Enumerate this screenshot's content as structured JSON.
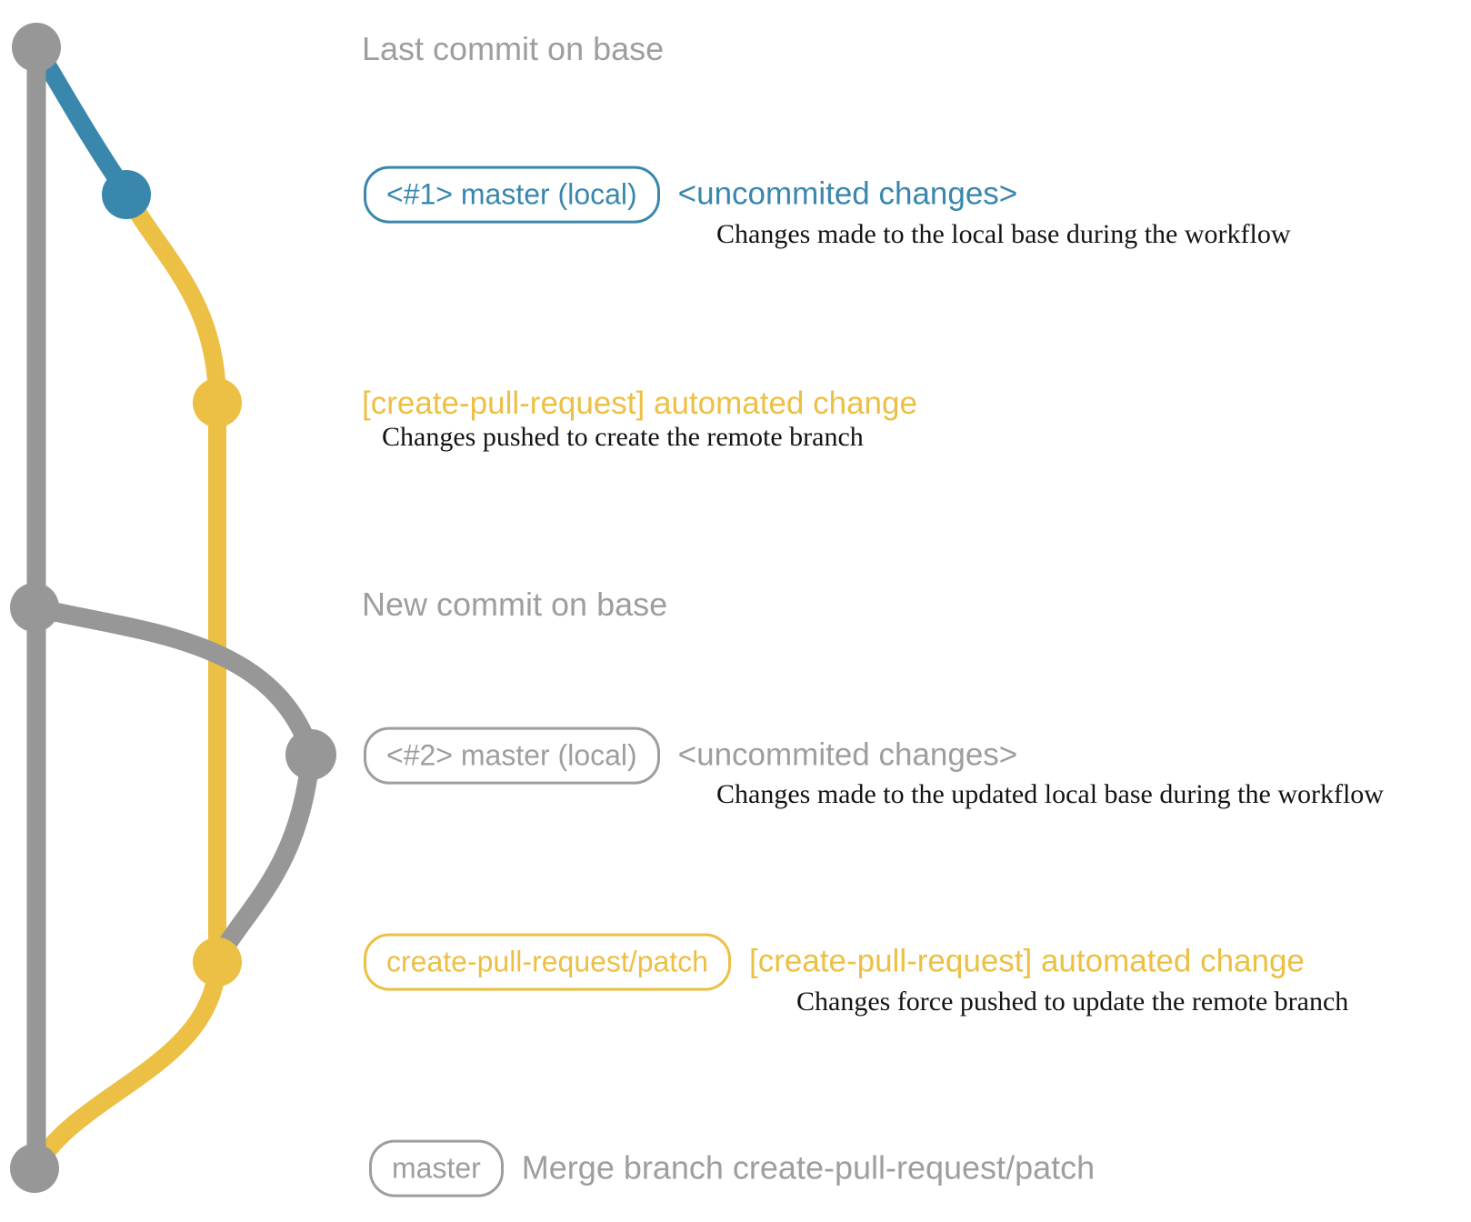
{
  "colors": {
    "gray": "#979797",
    "gray_text": "#9e9e9e",
    "blue": "#3a87ad",
    "yellow": "#ecc044",
    "ink": "#141414",
    "background": "#ffffff"
  },
  "graph": {
    "type": "git-branch-diagram",
    "columns": [
      "base-branch",
      "local-master",
      "create-pull-request-patch"
    ],
    "commits": [
      {
        "name": "last-commit-on-base",
        "column": "base-branch",
        "color": "gray"
      },
      {
        "name": "uncommited-changes-1",
        "column": "local-master",
        "color": "blue"
      },
      {
        "name": "automated-change-1",
        "column": "create-pull-request-patch",
        "color": "yellow"
      },
      {
        "name": "new-commit-on-base",
        "column": "base-branch",
        "color": "gray"
      },
      {
        "name": "uncommited-changes-2",
        "column": "local-master",
        "color": "gray"
      },
      {
        "name": "automated-change-2",
        "column": "create-pull-request-patch",
        "color": "yellow"
      },
      {
        "name": "merge-commit",
        "column": "base-branch",
        "color": "gray"
      }
    ]
  },
  "rows": {
    "last_commit": {
      "label": "Last commit on base"
    },
    "local_1": {
      "badge": "<#1> master (local)",
      "message": "<uncommited changes>",
      "description": "Changes made to the local base during the workflow"
    },
    "push_1": {
      "message": "[create-pull-request] automated change",
      "description": "Changes pushed to create the remote branch"
    },
    "new_commit": {
      "label": "New commit on base"
    },
    "local_2": {
      "badge": "<#2> master (local)",
      "message": "<uncommited changes>",
      "description": "Changes made to the updated local base during the workflow"
    },
    "push_2": {
      "badge": "create-pull-request/patch",
      "message": "[create-pull-request] automated change",
      "description": "Changes force pushed to update the remote branch"
    },
    "merge": {
      "badge": "master",
      "message": "Merge branch create-pull-request/patch"
    }
  }
}
